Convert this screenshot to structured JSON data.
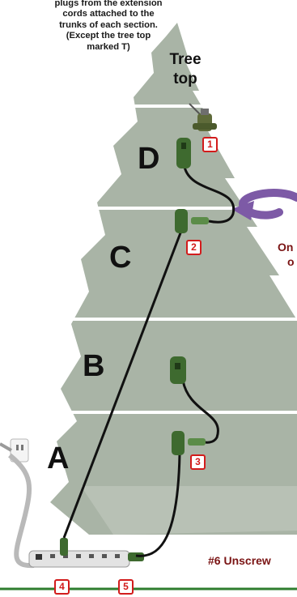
{
  "instructions": {
    "lines": [
      "plugs from the extension",
      "cords attached to the",
      "trunks of each section.",
      "(Except the tree top",
      "marked T)"
    ]
  },
  "tree_top_label": [
    "Tree",
    "top"
  ],
  "sections": {
    "a": "A",
    "b": "B",
    "c": "C",
    "d": "D"
  },
  "steps": {
    "s1": "1",
    "s2": "2",
    "s3": "3",
    "s4": "4",
    "s5": "5"
  },
  "side_text": [
    "On",
    "o"
  ],
  "footer_text": "#6 Unscrew",
  "colors": {
    "tree": "#a9b4a6",
    "cord": "#111111",
    "plug": "#3e6a2f",
    "marker_border": "#d21c1c",
    "arrow": "#7d5aa6",
    "ground": "#2f7d2f",
    "side_text": "#7a1414"
  }
}
